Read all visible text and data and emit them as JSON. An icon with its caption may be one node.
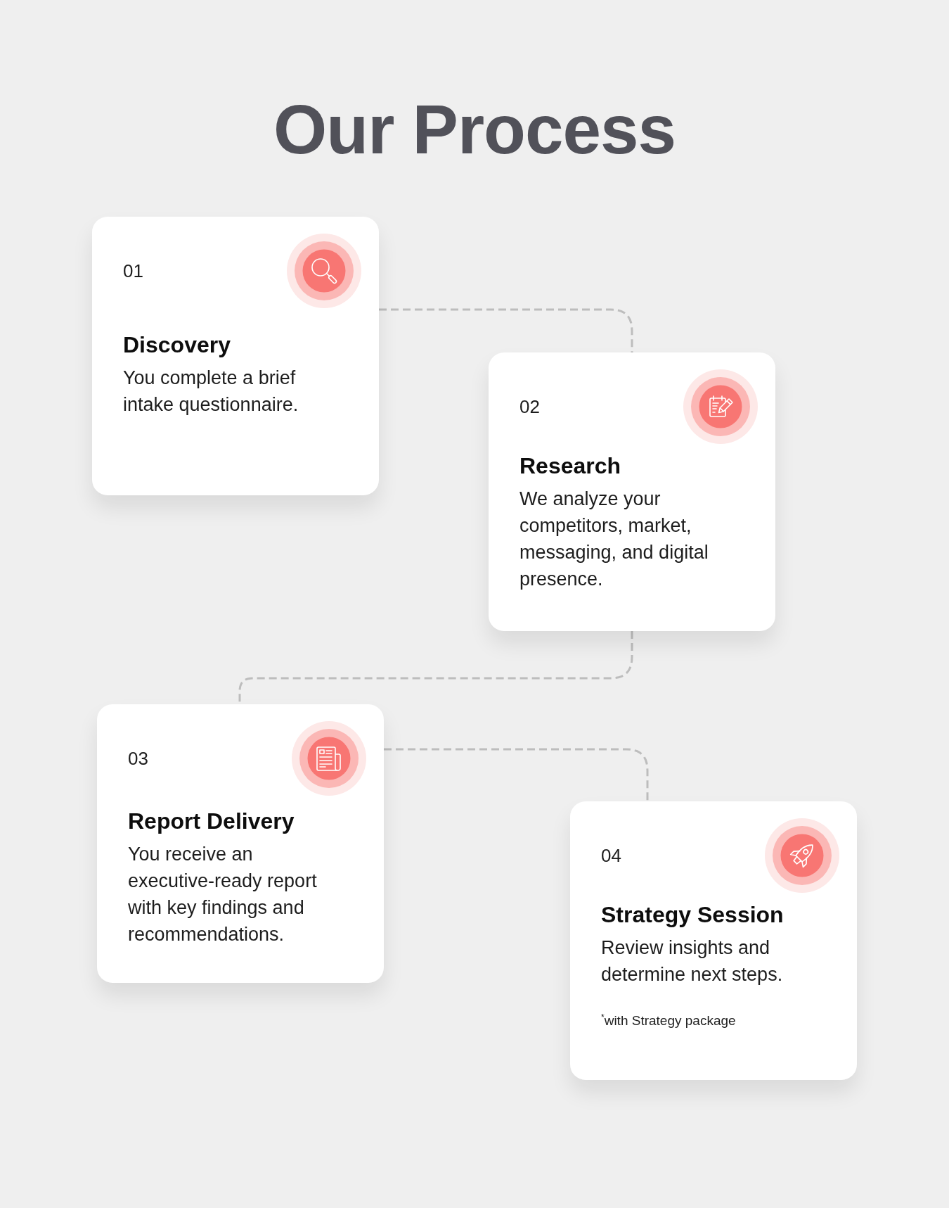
{
  "diagram": {
    "title": "Our Process",
    "nodes": [
      {
        "text": [
          "01",
          "Discovery",
          "You complete a brief intake questionnaire."
        ]
      },
      {
        "text": [
          "02",
          "Research",
          "We analyze your competitors, market, messaging, and digital presence."
        ]
      },
      {
        "text": [
          "03",
          "Report Delivery",
          "You receive an executive-ready report with key findings and recommendations."
        ]
      },
      {
        "text": [
          "04",
          "Strategy Session",
          "Review insights and determine next steps.",
          "$^{*}$with Strategy package"
        ]
      }
    ],
    "edges": [
      {
        "from": 0,
        "to": 1,
        "arrow": "none",
        "style": "dashed"
      },
      {
        "from": 1,
        "to": 2,
        "arrow": "none",
        "style": "dashed"
      },
      {
        "from": 2,
        "to": 3,
        "arrow": "none",
        "style": "dashed"
      }
    ]
  }
}
